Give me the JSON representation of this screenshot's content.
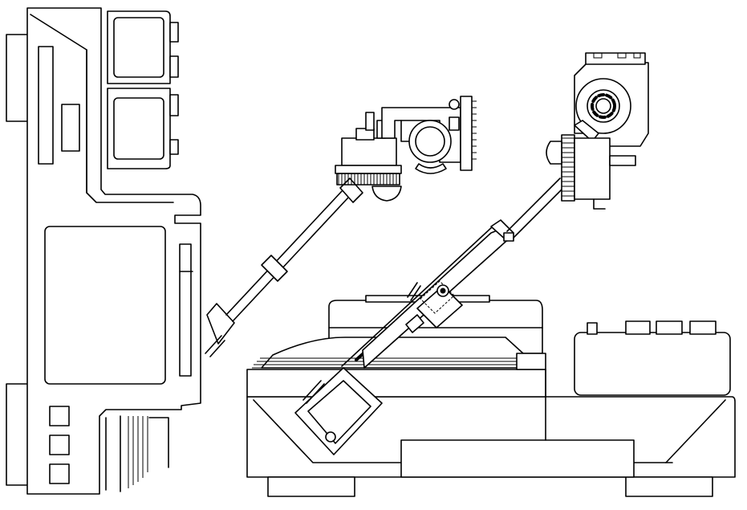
{
  "figure": {
    "colors": {
      "line": "#000000",
      "background": "#ffffff"
    },
    "parts": [
      {
        "name": "left-unit-side-view",
        "icon": "machine-side-outline"
      },
      {
        "name": "left-mounting-arm",
        "icon": "telescopic-arm"
      },
      {
        "name": "left-pan-tilt-head",
        "icon": "pan-tilt-head"
      },
      {
        "name": "right-base-unit",
        "icon": "machine-base-outline"
      },
      {
        "name": "right-mounting-arm",
        "icon": "telescopic-arm"
      },
      {
        "name": "right-pan-tilt-head",
        "icon": "pan-tilt-head"
      },
      {
        "name": "control-box",
        "icon": "control-box"
      }
    ]
  }
}
